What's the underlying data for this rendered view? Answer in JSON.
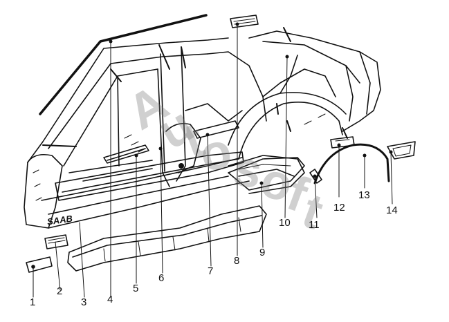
{
  "diagram": {
    "brand_text": "SAAB",
    "watermark": [
      "A",
      "u",
      "t",
      "o",
      "s",
      "o",
      "f",
      "t"
    ],
    "callouts": [
      {
        "id": "1",
        "label": "1"
      },
      {
        "id": "2",
        "label": "2"
      },
      {
        "id": "3",
        "label": "3"
      },
      {
        "id": "4",
        "label": "4"
      },
      {
        "id": "5",
        "label": "5"
      },
      {
        "id": "6",
        "label": "6"
      },
      {
        "id": "7",
        "label": "7"
      },
      {
        "id": "8",
        "label": "8"
      },
      {
        "id": "9",
        "label": "9"
      },
      {
        "id": "10",
        "label": "10"
      },
      {
        "id": "11",
        "label": "11"
      },
      {
        "id": "12",
        "label": "12"
      },
      {
        "id": "13",
        "label": "13"
      },
      {
        "id": "14",
        "label": "14"
      }
    ]
  }
}
